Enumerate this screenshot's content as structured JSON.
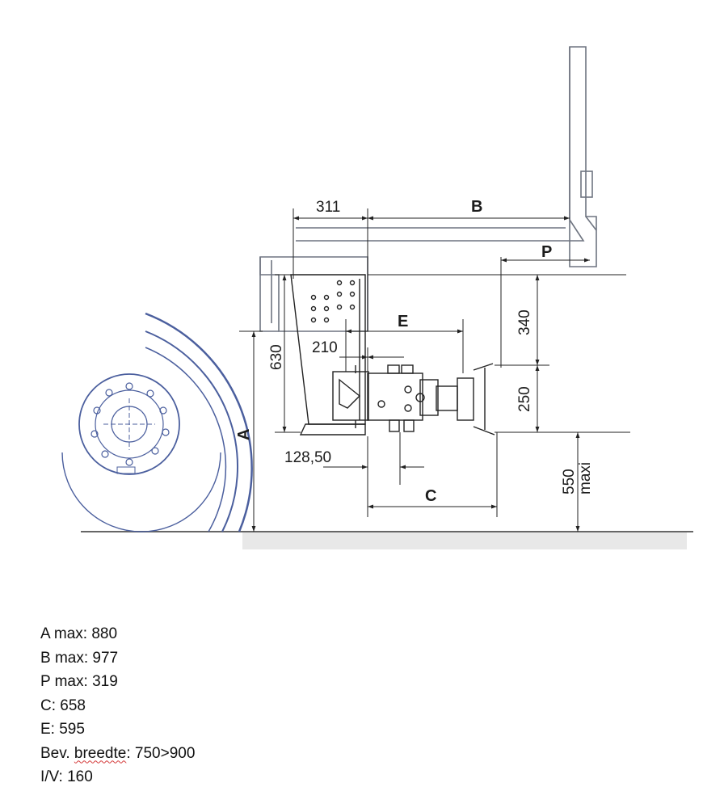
{
  "drawing": {
    "labels": {
      "d311": "311",
      "B": "B",
      "P": "P",
      "E": "E",
      "d210": "210",
      "d630": "630",
      "A": "A",
      "d340": "340",
      "d250": "250",
      "d128": "128,50",
      "C": "C",
      "d550": "550",
      "maxi": "maxi"
    },
    "colors": {
      "line": "#222222",
      "wheel": "#4b5f9e",
      "frame": "#6e7480",
      "ground": "#e6e6e6"
    }
  },
  "specs": [
    {
      "key": "A max:",
      "value": "880"
    },
    {
      "key": "B max:",
      "value": "977"
    },
    {
      "key": "P max:",
      "value": "319"
    },
    {
      "key": "C:",
      "value": "658"
    },
    {
      "key": "E:",
      "value": "595"
    },
    {
      "key_pre": "Bev. ",
      "key_word": "breedte",
      "key_post": ":",
      "value": "750>900"
    },
    {
      "key": "I/V:",
      "value": "160"
    }
  ]
}
